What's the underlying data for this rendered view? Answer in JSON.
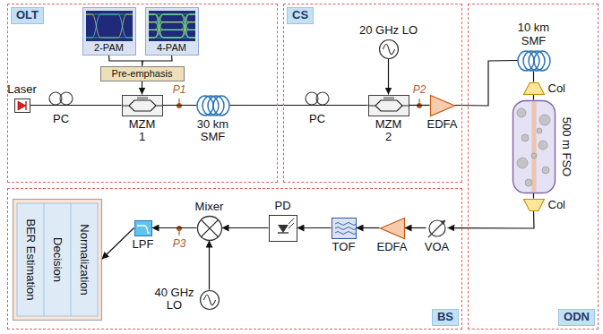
{
  "diagram": {
    "nodes": [
      {
        "text": [
          "OLT"
        ]
      },
      {
        "text": [
          "CS"
        ]
      },
      {
        "text": [
          "ODN"
        ]
      },
      {
        "text": [
          "BS"
        ]
      },
      {
        "text": [
          "2-PAM"
        ],
        "in": 0
      },
      {
        "text": [
          "4-PAM"
        ],
        "in": 0
      },
      {
        "text": [
          "Pre-emphasis"
        ],
        "in": 0
      },
      {
        "text": [
          "Laser"
        ],
        "in": 0
      },
      {
        "text": [
          "MZM 1"
        ],
        "in": 0
      },
      {
        "text": [
          "30 km SMF"
        ],
        "in": 0
      },
      {
        "text": [
          "20 GHz LO"
        ],
        "in": 1
      },
      {
        "text": [
          "MZM 2"
        ],
        "in": 1
      },
      {
        "text": [
          "EDFA"
        ],
        "in": 1
      },
      {
        "text": [
          "10 km SMF"
        ],
        "in": 2
      },
      {
        "text": [
          "Col"
        ],
        "in": 2
      },
      {
        "text": [
          "500 m FSO"
        ],
        "in": 2
      },
      {
        "text": [
          "Col"
        ],
        "in": 2
      },
      {
        "text": [
          "VOA"
        ],
        "in": 3
      },
      {
        "text": [
          "EDFA"
        ],
        "in": 3
      },
      {
        "text": [
          "TOF"
        ],
        "in": 3
      },
      {
        "text": [
          "PD"
        ],
        "in": 3
      },
      {
        "text": [
          "Mixer"
        ],
        "in": 3
      },
      {
        "text": [
          "40 GHz LO"
        ],
        "in": 3
      },
      {
        "text": [
          "LPF"
        ],
        "in": 3
      },
      {
        "text": [
          "Normalization",
          "Decision",
          "BER Estimation"
        ],
        "in": 3
      }
    ],
    "edges": [
      {
        "from": 7,
        "to": 8,
        "arrow": "none"
      },
      {
        "from": 4,
        "to": 6,
        "arrow": "none"
      },
      {
        "from": 5,
        "to": 6,
        "arrow": "none"
      },
      {
        "from": 6,
        "to": 8,
        "arrow": "to"
      },
      {
        "from": 8,
        "to": 9,
        "arrow": "none"
      },
      {
        "from": 9,
        "to": 11,
        "arrow": "none"
      },
      {
        "from": 10,
        "to": 11,
        "arrow": "to"
      },
      {
        "from": 11,
        "to": 12,
        "arrow": "none"
      },
      {
        "from": 12,
        "to": 13,
        "arrow": "none"
      },
      {
        "from": 13,
        "to": 14,
        "arrow": "none"
      },
      {
        "from": 14,
        "to": 15,
        "arrow": "none"
      },
      {
        "from": 15,
        "to": 16,
        "arrow": "none"
      },
      {
        "from": 16,
        "to": 17,
        "arrow": "to"
      },
      {
        "from": 17,
        "to": 18,
        "arrow": "to"
      },
      {
        "from": 18,
        "to": 19,
        "arrow": "to"
      },
      {
        "from": 19,
        "to": 20,
        "arrow": "to"
      },
      {
        "from": 20,
        "to": 21,
        "arrow": "to"
      },
      {
        "from": 22,
        "to": 21,
        "arrow": "to"
      },
      {
        "from": 21,
        "to": 23,
        "arrow": "to"
      },
      {
        "from": 23,
        "to": 24,
        "arrow": "to"
      }
    ],
    "labels": [
      "PC",
      "P1",
      "PC",
      "P2",
      "P3"
    ]
  }
}
